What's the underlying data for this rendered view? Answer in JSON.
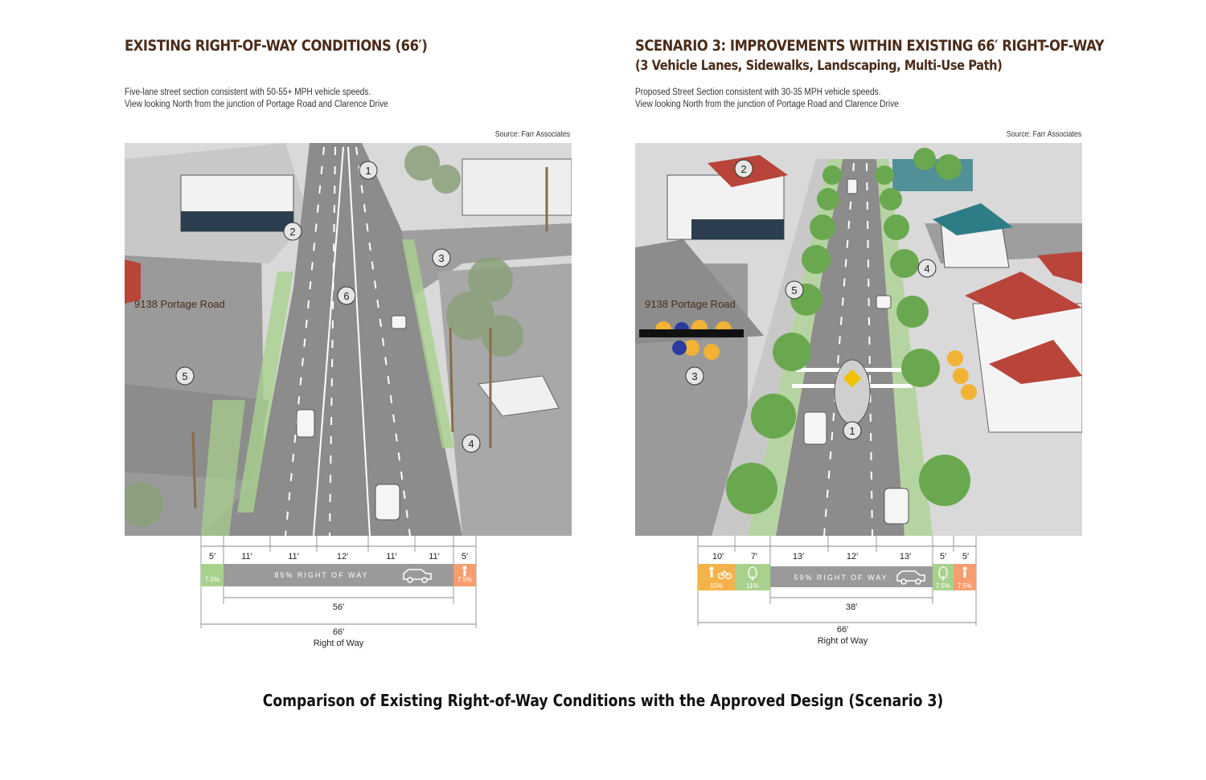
{
  "left": {
    "title": "EXISTING RIGHT-OF-WAY CONDITIONS (66′)",
    "desc_line1": "Five-lane street section consistent with 50-55+ MPH vehicle speeds.",
    "desc_line2": "View looking North from the junction of Portage Road and Clarence Drive",
    "source": "Source: Farr Associates",
    "address": "9138 Portage Road",
    "markers": [
      "1",
      "2",
      "3",
      "4",
      "5",
      "6"
    ],
    "section": {
      "widths": [
        "5′",
        "11′",
        "11′",
        "12′",
        "11′",
        "11′",
        "5′"
      ],
      "bar_label": "85% RIGHT OF WAY",
      "left_pct": "7.5%",
      "right_pct": "7.5%",
      "road_total": "56′",
      "total": "66′",
      "total_label": "Right of Way"
    }
  },
  "right": {
    "title": "SCENARIO 3: IMPROVEMENTS WITHIN EXISTING 66′ RIGHT-OF-WAY",
    "subtitle": "(3 Vehicle Lanes, Sidewalks, Landscaping, Multi-Use Path)",
    "desc_line1": "Proposed Street Section consistent with 30-35 MPH vehicle speeds.",
    "desc_line2": "View looking North from the junction of Portage Road and Clarence Drive",
    "source": "Source: Farr Associates",
    "address": "9138 Portage Road",
    "markers": [
      "1",
      "2",
      "3",
      "4",
      "5"
    ],
    "section": {
      "widths": [
        "10′",
        "7′",
        "13′",
        "12′",
        "13′",
        "5′",
        "5′"
      ],
      "bar_label": "59% RIGHT OF WAY",
      "path_pct": "15%",
      "landscape_pct": "11%",
      "right_landscape_pct": "7.5%",
      "right_walk_pct": "7.5%",
      "road_total": "38′",
      "total": "66′",
      "total_label": "Right of Way"
    }
  },
  "caption": "Comparison of Existing Right-of-Way Conditions with the Approved Design (Scenario 3)",
  "colors": {
    "title": "#4b2c19",
    "road": "#8c8c8c",
    "landscape_green": "#a9d18e",
    "walk_orange": "#f79d6e",
    "path_orange": "#f6b24a",
    "roof_red": "#b8443a",
    "roof_teal": "#2e7d86"
  },
  "icons": [
    "car-icon",
    "pedestrian-icon",
    "bicycle-icon",
    "tree-icon",
    "umbrella-icon"
  ]
}
